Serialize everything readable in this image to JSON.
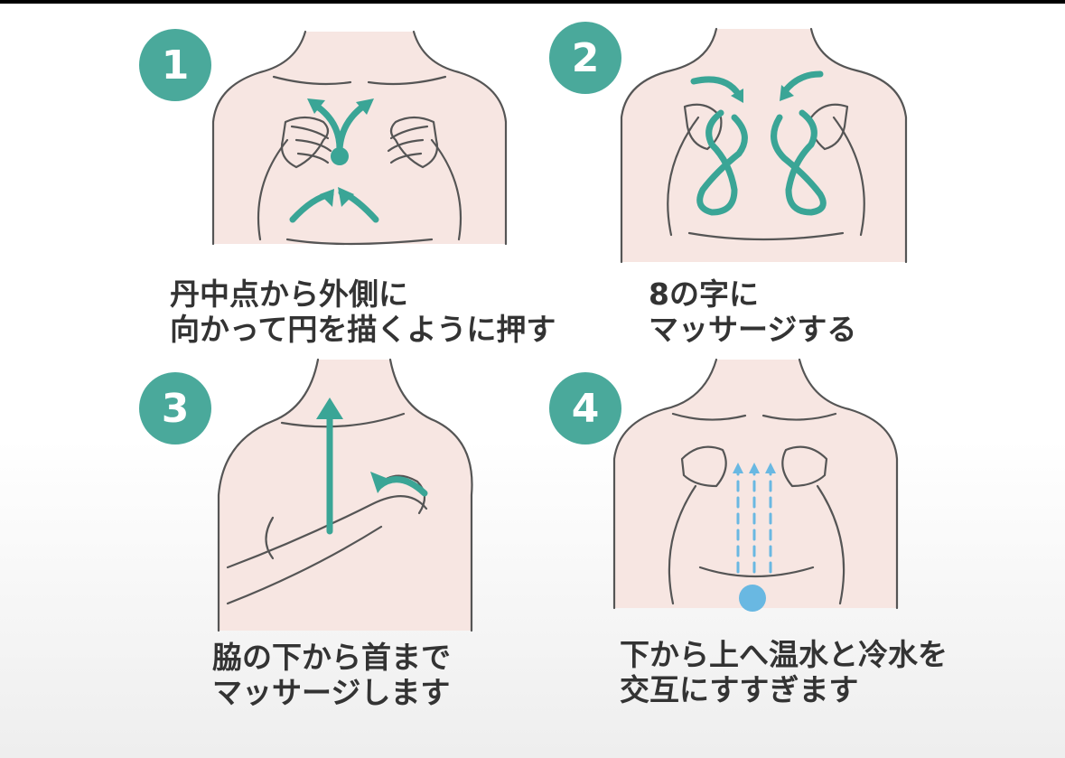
{
  "steps": [
    {
      "number": "1",
      "lines": [
        "丹中点から外側に",
        "向かって円を描くように押す"
      ]
    },
    {
      "number": "2",
      "lines": [
        "8の字に",
        "マッサージする"
      ]
    },
    {
      "number": "3",
      "lines": [
        "脇の下から首まで",
        "マッサージします"
      ]
    },
    {
      "number": "4",
      "lines": [
        "下から上へ温水と冷水を",
        "交互にすすぎます"
      ]
    }
  ],
  "colors": {
    "accent": "#4aa99b",
    "skin": "#f7e6e2",
    "water": "#69b8e2"
  }
}
